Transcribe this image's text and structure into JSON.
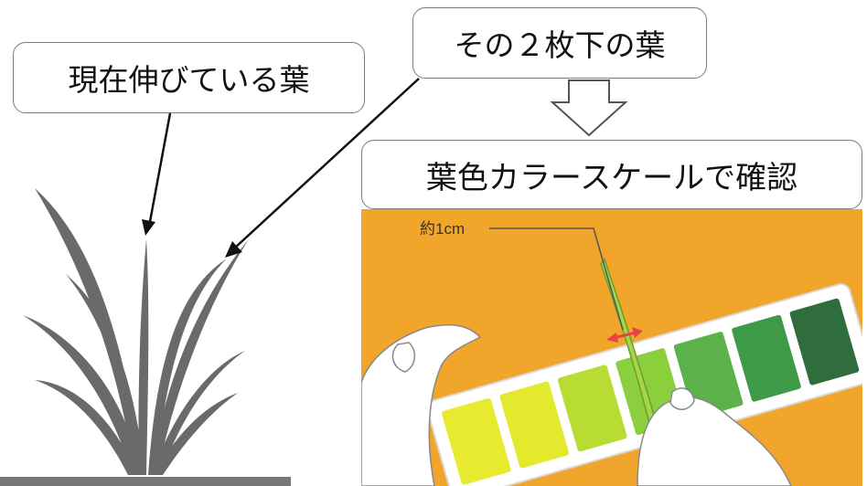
{
  "labels": {
    "current_leaf": "現在伸びている葉",
    "leaf_two_below": "その２枚下の葉",
    "confirm_with_scale": "葉色カラースケールで確認",
    "width_note": "約1cm"
  },
  "color_scale_chips": [
    "#e8ea2f",
    "#e3ea2e",
    "#b8dc34",
    "#8ccf3d",
    "#5bb24b",
    "#3f9a47",
    "#2f6e3c"
  ],
  "colors": {
    "photo_background": "#f2a52b",
    "plant": "#666666",
    "hand": "#ffffff",
    "arrow_red": "#e64545"
  }
}
